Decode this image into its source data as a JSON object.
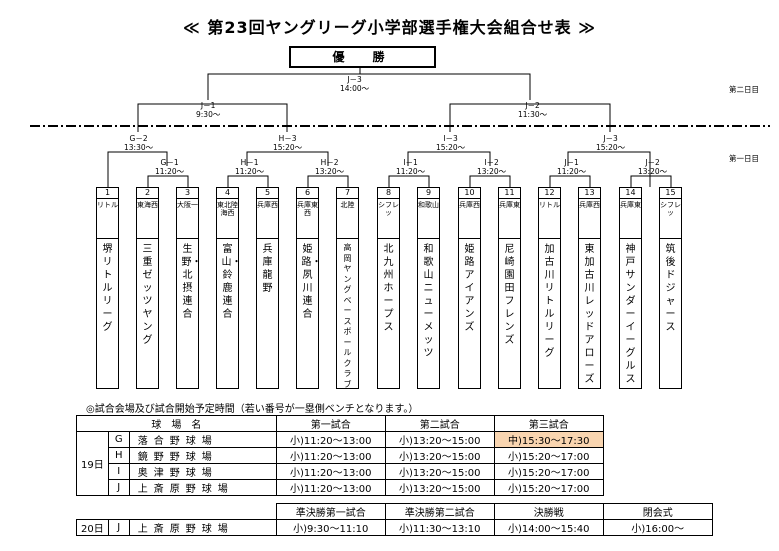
{
  "title": "≪ 第23回ヤングリーグ小学部選手権大会組合せ表 ≫",
  "champion_label": "優　勝",
  "day_labels": {
    "day2": "第二日目",
    "day1": "第一日目"
  },
  "matches": {
    "J3": {
      "id": "J－3",
      "time": "14:00～"
    },
    "J1": {
      "id": "J－1",
      "time": "9:30～"
    },
    "J2": {
      "id": "J－2",
      "time": "11:30～"
    },
    "G2": {
      "id": "G－2",
      "time": "13:30～"
    },
    "H3": {
      "id": "H－3",
      "time": "15:20～"
    },
    "I3": {
      "id": "I－3",
      "time": "15:20～"
    },
    "J3b": {
      "id": "J－3",
      "time": "15:20～"
    },
    "G1": {
      "id": "G－1",
      "time": "11:20～"
    },
    "H1": {
      "id": "H－1",
      "time": "11:20～"
    },
    "H2": {
      "id": "H－2",
      "time": "13:20～"
    },
    "I1": {
      "id": "I－1",
      "time": "11:20～"
    },
    "I2": {
      "id": "I－2",
      "time": "13:20～"
    },
    "J1b": {
      "id": "J－1",
      "time": "11:20～"
    },
    "J2b": {
      "id": "J－2",
      "time": "13:20～"
    }
  },
  "teams": [
    {
      "num": "1",
      "cat": "リトル",
      "name": "堺リトルリーグ"
    },
    {
      "num": "2",
      "cat": "東海西",
      "name": "三重ゼッツヤング"
    },
    {
      "num": "3",
      "cat": "大阪一",
      "name": "生野・北摂連合"
    },
    {
      "num": "4",
      "cat": "東北陸海西",
      "name": "富山・鈴鹿連合"
    },
    {
      "num": "5",
      "cat": "兵庫西",
      "name": "兵庫龍野"
    },
    {
      "num": "6",
      "cat": "兵庫東西",
      "name": "姫路・夙川連合"
    },
    {
      "num": "7",
      "cat": "北陸",
      "name": "高岡ヤングベースボールクラブ"
    },
    {
      "num": "8",
      "cat": "シフレッ",
      "name": "北九州ホープス"
    },
    {
      "num": "9",
      "cat": "和歌山",
      "name": "和歌山ニューメッツ"
    },
    {
      "num": "10",
      "cat": "兵庫西",
      "name": "姫路アイアンズ"
    },
    {
      "num": "11",
      "cat": "兵庫東",
      "name": "尼崎園田フレンズ"
    },
    {
      "num": "12",
      "cat": "リトル",
      "name": "加古川リトルリーグ"
    },
    {
      "num": "13",
      "cat": "兵庫西",
      "name": "東加古川レッドアローズ"
    },
    {
      "num": "14",
      "cat": "兵庫東",
      "name": "神戸サンダーイーグルス"
    },
    {
      "num": "15",
      "cat": "シフレッ",
      "name": "筑後ドジャース"
    }
  ],
  "note": "◎試合会場及び試合開始予定時間（若い番号が一塁側ベンチとなります。）",
  "schedule1": {
    "headers": [
      "球　場　名",
      "第一試合",
      "第二試合",
      "第三試合"
    ],
    "day": "19日",
    "rows": [
      {
        "code": "G",
        "venue": "落合野球場",
        "s1": "小)11:20～13:00",
        "s2": "小)13:20～15:00",
        "s3": "中)15:30～17:30"
      },
      {
        "code": "H",
        "venue": "鏡野野球場",
        "s1": "小)11:20～13:00",
        "s2": "小)13:20～15:00",
        "s3": "小)15:20～17:00"
      },
      {
        "code": "I",
        "venue": "奥津野球場",
        "s1": "小)11:20～13:00",
        "s2": "小)13:20～15:00",
        "s3": "小)15:20～17:00"
      },
      {
        "code": "J",
        "venue": "上斎原野球場",
        "s1": "小)11:20～13:00",
        "s2": "小)13:20～15:00",
        "s3": "小)15:20～17:00"
      }
    ]
  },
  "schedule2": {
    "headers": [
      "準決勝第一試合",
      "準決勝第二試合",
      "決勝戦",
      "閉会式"
    ],
    "day": "20日",
    "code": "J",
    "venue": "上斎原野球場",
    "values": [
      "小)9:30～11:10",
      "小)11:30～13:10",
      "小)14:00～15:40",
      "小)16:00～"
    ]
  }
}
